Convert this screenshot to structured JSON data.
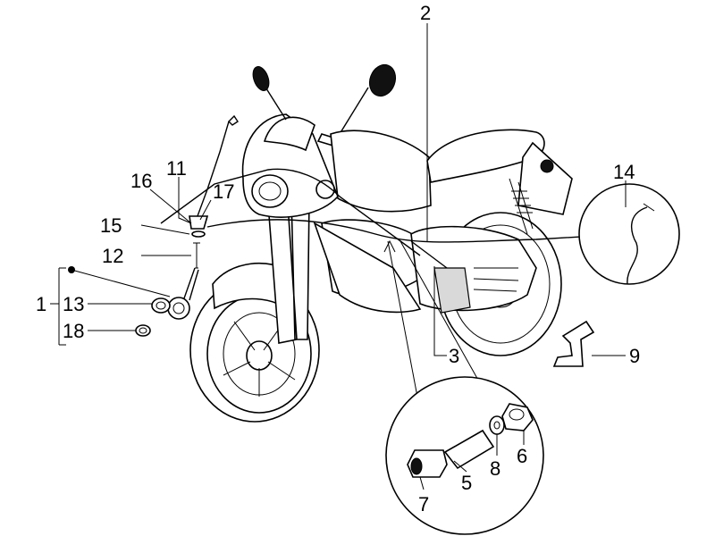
{
  "diagram": {
    "callouts": [
      {
        "id": "c1",
        "text": "1"
      },
      {
        "id": "c2",
        "text": "2"
      },
      {
        "id": "c3",
        "text": "3"
      },
      {
        "id": "c5",
        "text": "5"
      },
      {
        "id": "c6",
        "text": "6"
      },
      {
        "id": "c7",
        "text": "7"
      },
      {
        "id": "c8",
        "text": "8"
      },
      {
        "id": "c9",
        "text": "9"
      },
      {
        "id": "c11",
        "text": "11"
      },
      {
        "id": "c12",
        "text": "12"
      },
      {
        "id": "c13",
        "text": "13"
      },
      {
        "id": "c14",
        "text": "14"
      },
      {
        "id": "c15",
        "text": "15"
      },
      {
        "id": "c16",
        "text": "16"
      },
      {
        "id": "c17",
        "text": "17"
      },
      {
        "id": "c18",
        "text": "18"
      }
    ],
    "colors": {
      "ink": "#000000",
      "paper": "#ffffff",
      "shade": "#d9d9d9"
    }
  }
}
